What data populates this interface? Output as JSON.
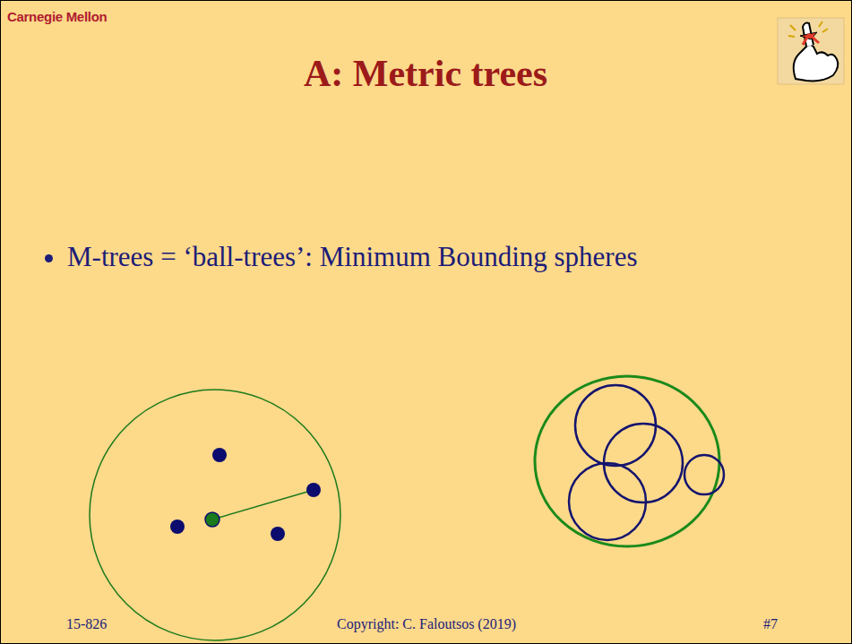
{
  "diagram": {
    "title": "A: Metric trees",
    "labels": [
      "Carnegie Mellon",
      "M-trees = ‘ball-trees’: Minimum Bounding spheres",
      "15-826",
      "Copyright: C. Faloutsos (2019)",
      "#7"
    ]
  }
}
